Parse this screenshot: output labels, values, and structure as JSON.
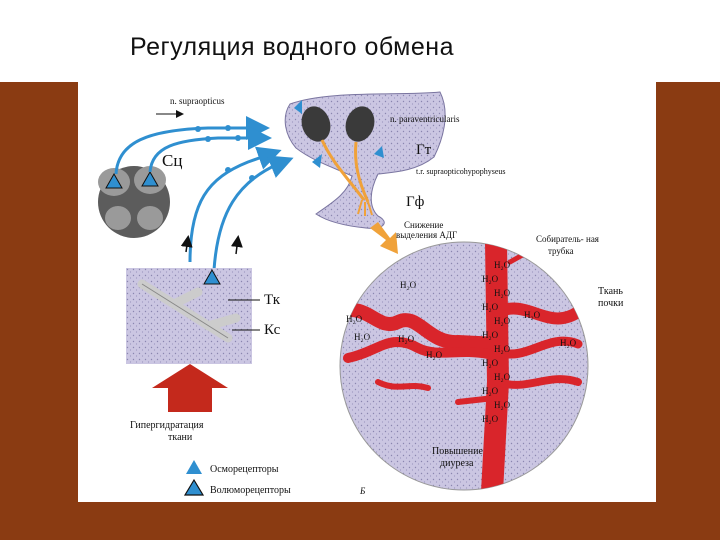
{
  "title": "Регуляция водного обмена",
  "colors": {
    "background": "#8a3b12",
    "nerve_blue": "#2f8fd0",
    "vessel_red": "#d9252b",
    "tissue": "#c8c4e0",
    "nucleus": "#3a3a3a",
    "arrow_orange": "#f0a23a",
    "arrow_red": "#c4291c"
  },
  "labels": {
    "supraopticus": "n. supraopticus",
    "paraventricularis": "n. paraventricularis",
    "sc": "Сц",
    "gt": "Гт",
    "tract": "t.r. supraopticohypophyseus",
    "gf": "Гф",
    "adh_line1": "Снижение",
    "adh_line2": "выделения АДГ",
    "collecting_line1": "Собиратель-",
    "collecting_line2": "ная",
    "collecting_line3": "трубка",
    "tissue_line1": "Ткань",
    "tissue_line2": "почки",
    "tk": "Тк",
    "ks": "Кс",
    "hyper_line1": "Гипергидратация",
    "hyper_line2": "ткани",
    "diuresis_line1": "Повышение",
    "diuresis_line2": "диуреза",
    "osmo": "Осморецепторы",
    "volumo": "Волюморецепторы",
    "figure_letter": "Б"
  },
  "water_formula": "H₂O"
}
